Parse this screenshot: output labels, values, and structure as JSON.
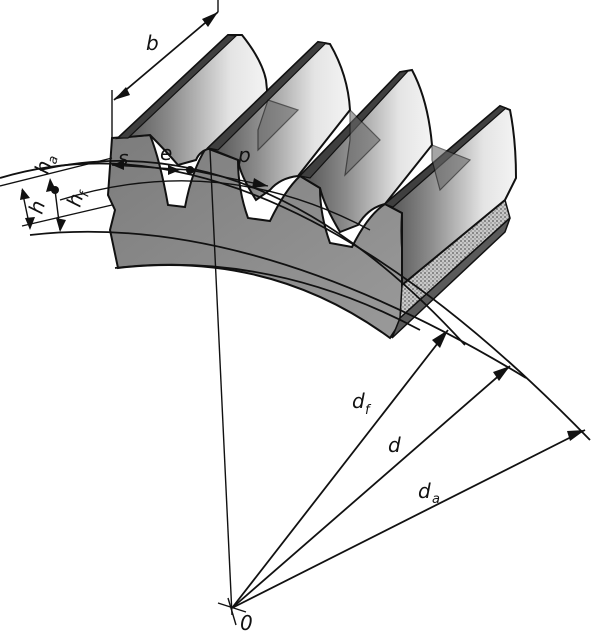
{
  "figure": {
    "labels": {
      "face_width": "b",
      "tooth_thickness": "s",
      "space_width": "e",
      "pitch": "p",
      "addendum_main": "h",
      "addendum_sub": "a",
      "dedendum_main": "h",
      "dedendum_sub": "f",
      "tooth_height": "h",
      "root_diameter_main": "d",
      "root_diameter_sub": "f",
      "pitch_diameter": "d",
      "tip_diameter_main": "d",
      "tip_diameter_sub": "a",
      "center": "0"
    },
    "colors": {
      "tooth_dark": "#5a5a5a",
      "tooth_light": "#e0e0e0",
      "body": "#8a8a8a",
      "section_hatch": "#b8b8b8",
      "line": "#111111"
    }
  }
}
